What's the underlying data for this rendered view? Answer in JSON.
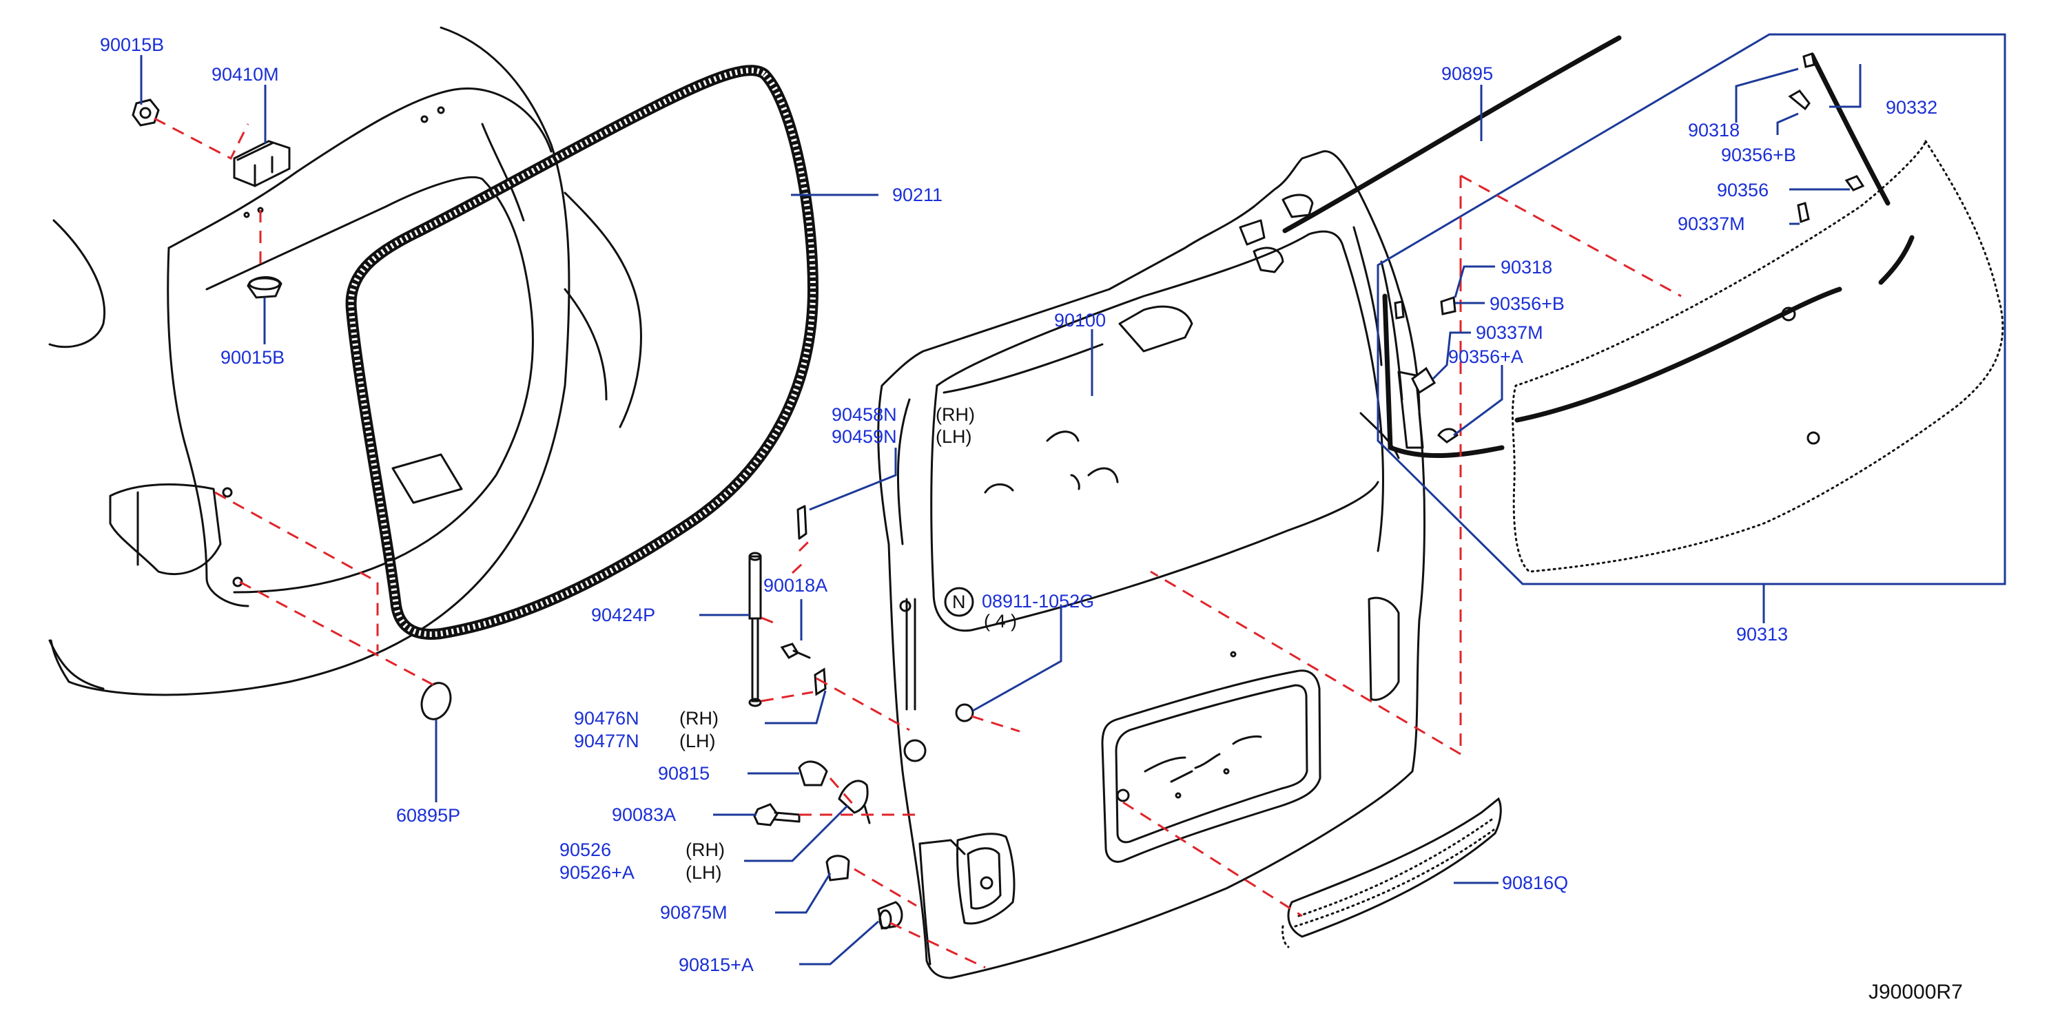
{
  "labels": {
    "p90015B_top": "90015B",
    "p90410M": "90410M",
    "p90015B_bottom": "90015B",
    "p90211": "90211",
    "p60895P": "60895P",
    "p90100": "90100",
    "p90458N": "90458N",
    "p90459N": "90459N",
    "p90018A": "90018A",
    "p90424P": "90424P",
    "p08911": "08911-1052G",
    "p08911_qty": "( 4 )",
    "p08911_symbol": "N",
    "p90476N": "90476N",
    "p90477N": "90477N",
    "p90815": "90815",
    "p90083A": "90083A",
    "p90526": "90526",
    "p90526A": "90526+A",
    "p90875M": "90875M",
    "p90815A": "90815+A",
    "p90816Q": "90816Q",
    "p90895": "90895",
    "p90318_top": "90318",
    "p90332": "90332",
    "p90356B_top": "90356+B",
    "p90356": "90356",
    "p90337M_top": "90337M",
    "p90318_mid": "90318",
    "p90356B_mid": "90356+B",
    "p90337M_mid": "90337M",
    "p90356A": "90356+A",
    "p90313": "90313"
  },
  "side_notes": {
    "rh_90458N": "(RH)",
    "lh_90459N": "(LH)",
    "rh_90476N": "(RH)",
    "lh_90477N": "(LH)",
    "rh_90526": "(RH)",
    "lh_90526A": "(LH)"
  },
  "diagram_code": "J90000R7",
  "colors": {
    "label": "#1a2fd6",
    "leader": "#1c3a99",
    "dashed_assembly_line": "#e0252a",
    "outline": "#111111"
  }
}
